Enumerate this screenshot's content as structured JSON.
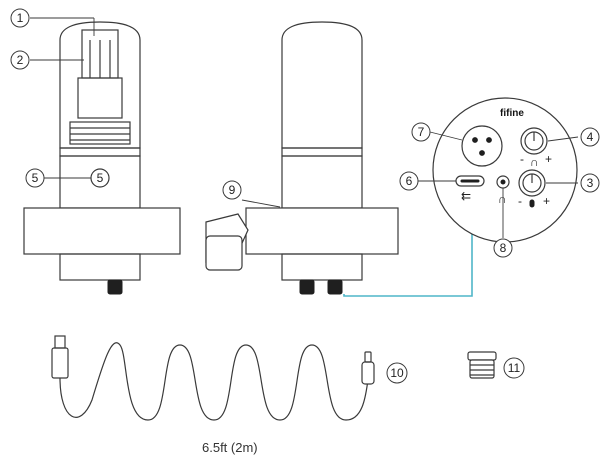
{
  "callouts": [
    "1",
    "2",
    "3",
    "4",
    "5",
    "6",
    "7",
    "8",
    "9",
    "10",
    "11"
  ],
  "brand": "fifine",
  "knob_marks": {
    "minus": "-",
    "plus": "+"
  },
  "cable_length": "6.5ft (2m)",
  "colors": {
    "ink": "#3a3a3a",
    "link": "#4fb6c8",
    "dark": "#1f1f1f"
  }
}
